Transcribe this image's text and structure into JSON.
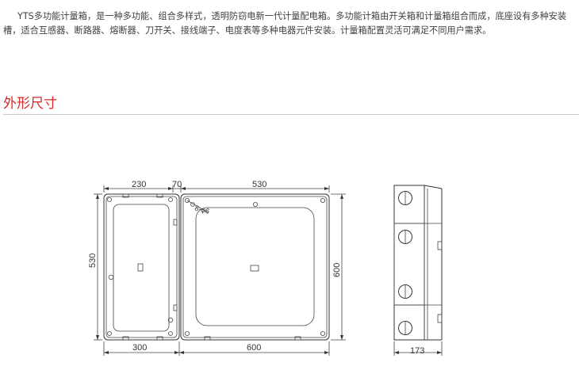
{
  "intro": {
    "text": "YTS多功能计量箱，是一种多功能、组合多样式，透明防窃电新一代计量配电箱。多功能计箱由开关箱和计量箱组合而成，底座设有多种安装槽，适合互感器、断路器、熔断器、刀开关、接线端子、电度表等多种电器元件安装。计量箱配置灵活可满足不同用户需求。"
  },
  "section": {
    "title": "外形尺寸",
    "title_color": "#d7282a"
  },
  "drawing": {
    "dims": {
      "top_left_width": "230",
      "top_gap": "70",
      "top_right_width": "530",
      "left_height": "530",
      "right_height": "600",
      "bottom_left_width": "300",
      "bottom_right_width": "600",
      "side_depth": "173",
      "hole_label": "8-φ6"
    }
  }
}
